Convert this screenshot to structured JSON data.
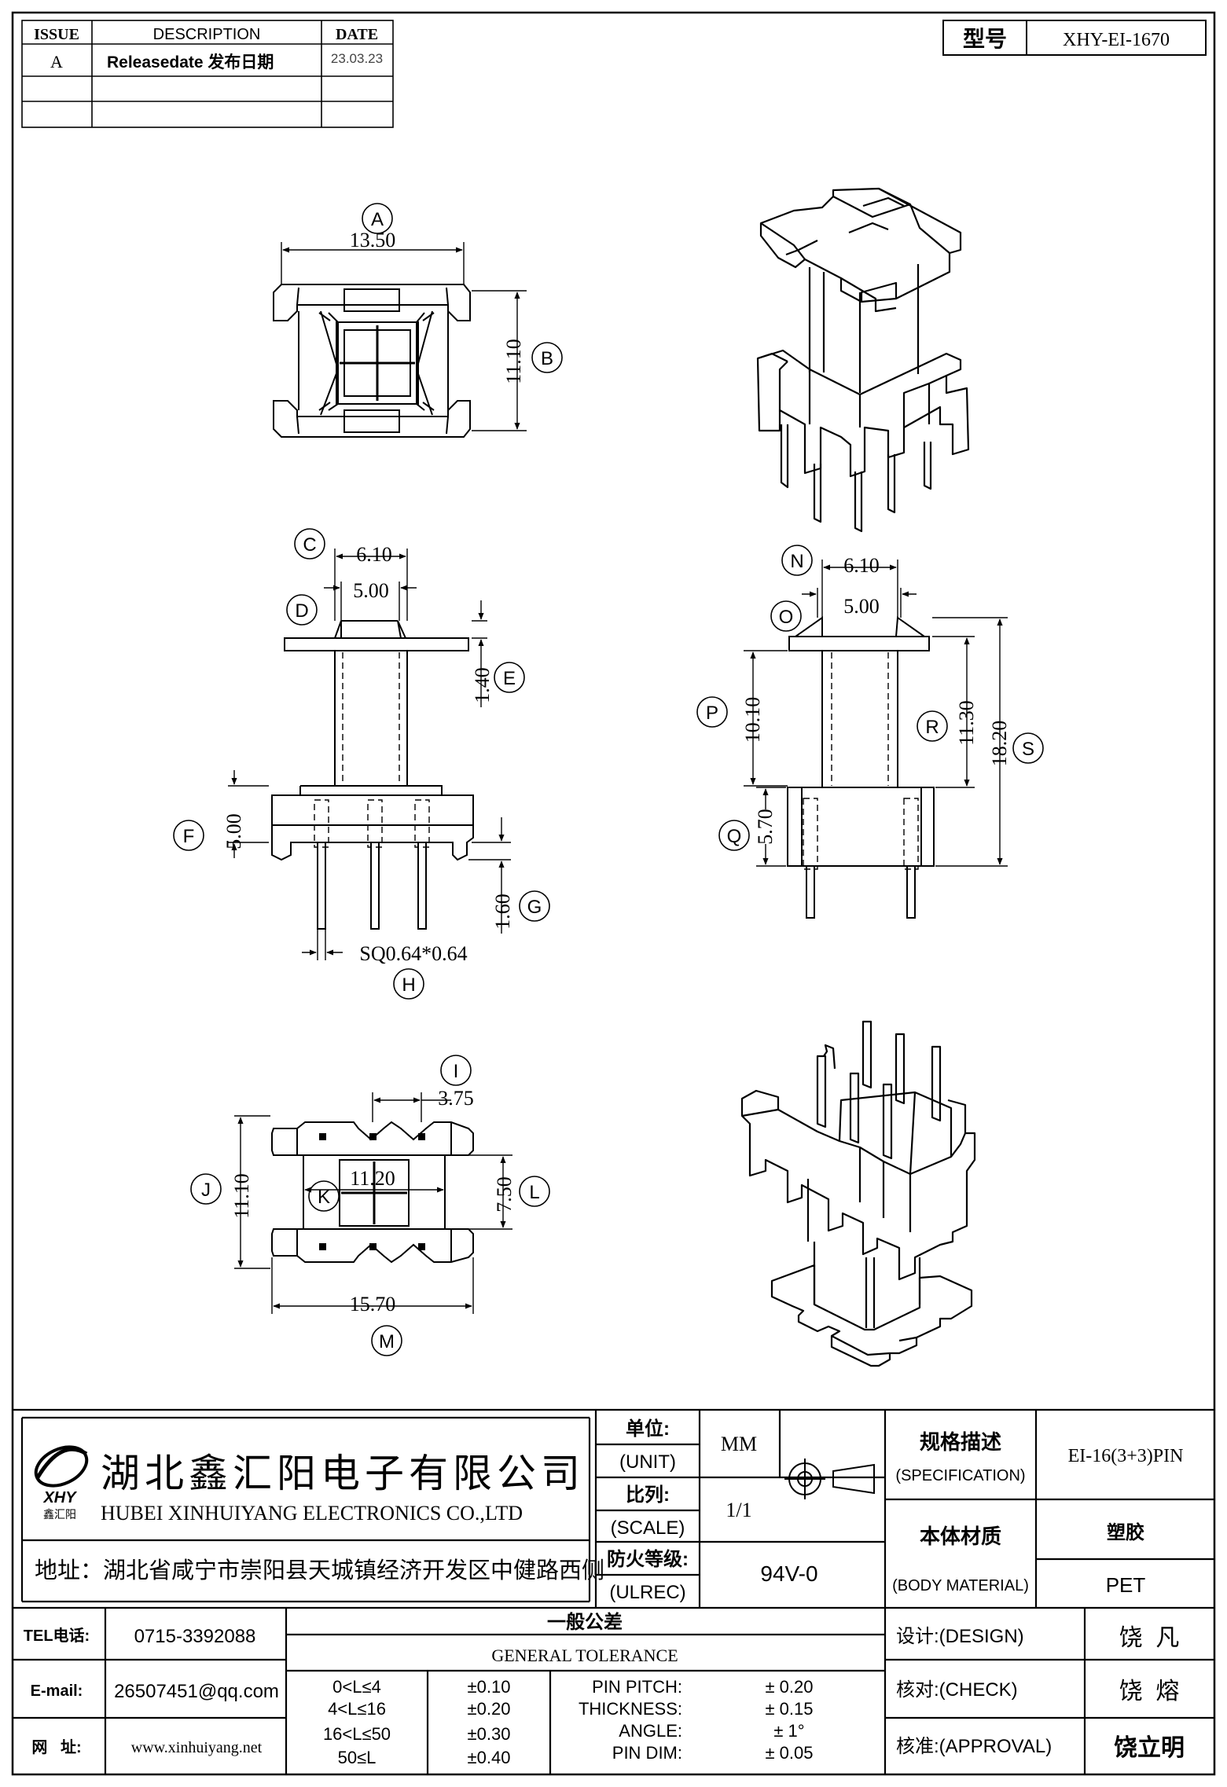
{
  "header": {
    "model_label": "型号",
    "model_value": "XHY-EI-1670",
    "revision_table": {
      "col_issue": "ISSUE",
      "col_description": "DESCRIPTION",
      "col_date": "DATE",
      "rows": [
        {
          "issue": "A",
          "description": "Releasedate 发布日期",
          "date": "23.03.23"
        },
        {
          "issue": "",
          "description": "",
          "date": ""
        },
        {
          "issue": "",
          "description": "",
          "date": ""
        }
      ]
    }
  },
  "views": {
    "top": {
      "A": "A",
      "A_val": "13.50",
      "B": "B",
      "B_val": "11.10"
    },
    "front": {
      "C": "C",
      "C_val": "6.10",
      "D": "D",
      "D_val": "5.00",
      "E": "E",
      "E_val": "1.40",
      "F": "F",
      "F_val": "5.00",
      "G": "G",
      "G_val": "1.60",
      "H": "H",
      "H_val": "SQ0.64*0.64"
    },
    "side": {
      "N": "N",
      "N_val": "6.10",
      "O": "O",
      "O_val": "5.00",
      "P": "P",
      "P_val": "10.10",
      "R": "R",
      "R_val": "11.30",
      "S": "S",
      "S_val": "18.20",
      "Q": "Q",
      "Q_val": "5.70"
    },
    "bottom": {
      "I": "I",
      "I_val": "3.75",
      "J": "J",
      "J_val": "11.10",
      "K": "K",
      "K_val": "11.20",
      "L": "L",
      "L_val": "7.50",
      "M": "M",
      "M_val": "15.70"
    }
  },
  "title_block": {
    "company_cn": "湖北鑫汇阳电子有限公司",
    "company_en": "HUBEI XINHUIYANG ELECTRONICS CO.,LTD",
    "address": "地址：湖北省咸宁市崇阳县天城镇经济开发区中健路西侧",
    "logo_text": "XHY",
    "logo_sub": "鑫汇阳",
    "unit_cn": "单位:",
    "unit_en": "(UNIT)",
    "unit_value": "MM",
    "scale_cn": "比列:",
    "scale_en": "(SCALE)",
    "scale_value": "1/1",
    "ulrec_cn": "防火等级:",
    "ulrec_en": "(ULREC)",
    "ulrec_value": "94V-0",
    "spec_cn": "规格描述",
    "spec_en": "(SPECIFICATION)",
    "spec_value": "EI-16(3+3)PIN",
    "material_cn": "本体材质",
    "material_en": "(BODY MATERIAL)",
    "material_value_cn": "塑胶",
    "material_value": "PET",
    "tel_label": "TEL电话:",
    "tel_value": "0715-3392088",
    "email_label": "E-mail:",
    "email_value": "26507451@qq.com",
    "web_label": "网   址:",
    "web_value": "www.xinhuiyang.net",
    "tolerance_cn": "一般公差",
    "tolerance_en": "GENERAL TOLERANCE",
    "tolerances": [
      {
        "range": "0<L≤4",
        "tol": "±0.10",
        "param": "PIN PITCH:",
        "value": "± 0.20"
      },
      {
        "range": "4<L≤16",
        "tol": "±0.20",
        "param": "THICKNESS:",
        "value": "± 0.15"
      },
      {
        "range": "16<L≤50",
        "tol": "±0.30",
        "param": "ANGLE:",
        "value": "± 1°"
      },
      {
        "range": "50≤L",
        "tol": "±0.40",
        "param": "PIN DIM:",
        "value": "± 0.05"
      }
    ],
    "design_label": "设计:(DESIGN)",
    "design_value": "饶  凡",
    "check_label": "核对:(CHECK)",
    "check_value": "饶  熔",
    "approval_label": "核准:(APPROVAL)",
    "approval_value": "饶立明"
  }
}
